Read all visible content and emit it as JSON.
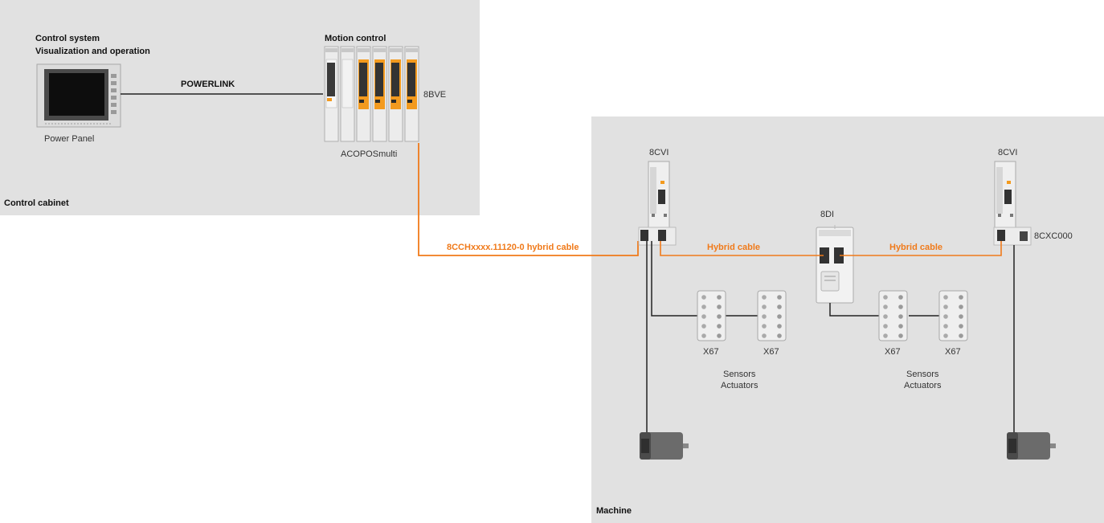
{
  "regions": {
    "control_cabinet": "Control cabinet",
    "machine": "Machine"
  },
  "control_system": {
    "title_line1": "Control system",
    "title_line2": "Visualization and operation",
    "device_label": "Power Panel"
  },
  "network": {
    "label": "POWERLINK"
  },
  "motion_control": {
    "title": "Motion control",
    "system_label": "ACOPOSmulti",
    "module_label": "8BVE"
  },
  "cables": {
    "main_label": "8CCHxxxx.11120-0 hybrid cable",
    "hybrid_left": "Hybrid cable",
    "hybrid_right": "Hybrid cable"
  },
  "machine": {
    "inverter_left": "8CVI",
    "inverter_right": "8CVI",
    "distributor": "8DI",
    "terminator": "8CXC000",
    "io_modules": [
      "X67",
      "X67",
      "X67",
      "X67"
    ],
    "io_group_left": {
      "line1": "Sensors",
      "line2": "Actuators"
    },
    "io_group_right": {
      "line1": "Sensors",
      "line2": "Actuators"
    }
  },
  "colors": {
    "region_bg": "#e1e1e1",
    "hybrid_cable": "#f07a1a",
    "module_orange": "#f39a1e",
    "wire": "#222222"
  }
}
